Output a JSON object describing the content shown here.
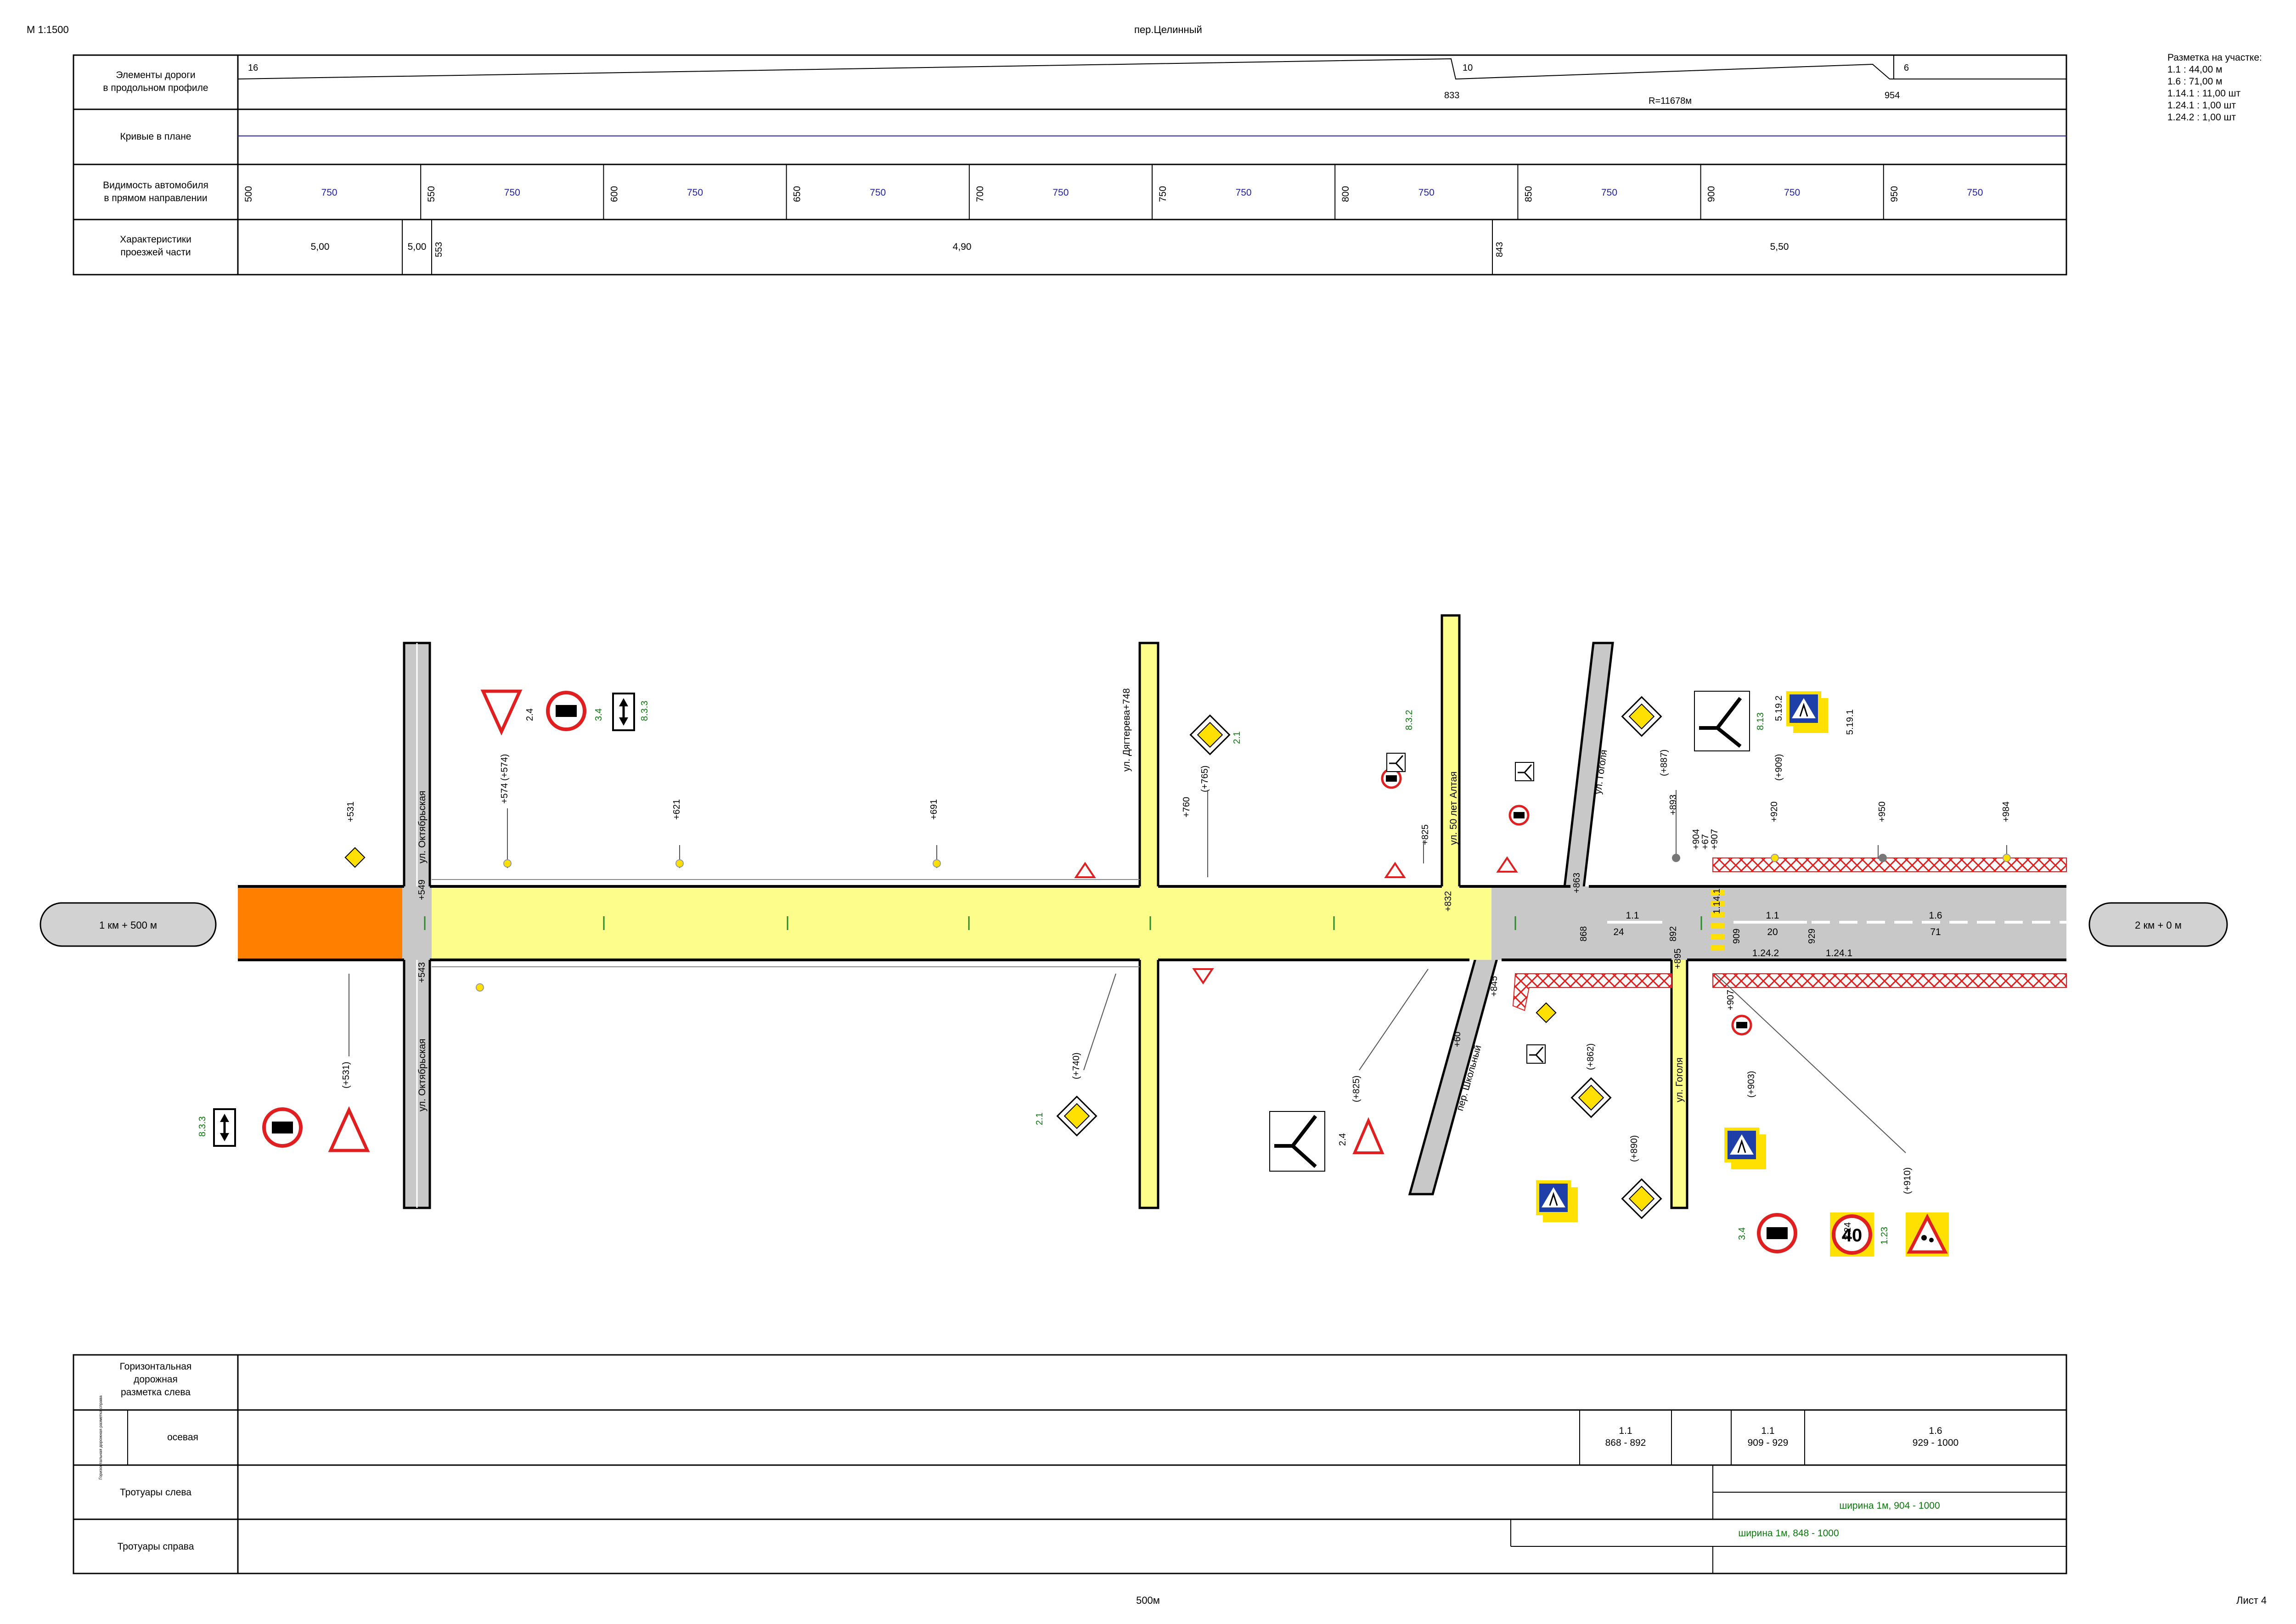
{
  "header": {
    "scale": "М 1:1500",
    "street_title": "пер.Целинный",
    "legend": [
      "Разметка на участке:",
      "1.1 : 44,00 м",
      "1.6 : 71,00 м",
      "1.14.1 : 11,00 шт",
      "1.24.1 : 1,00 шт",
      "1.24.2 : 1,00 шт"
    ]
  },
  "profile_table": {
    "row_labels": {
      "elements": [
        "Элементы дороги",
        "в продольном профиле"
      ],
      "curves": "Кривые в плане",
      "visibility": [
        "Видимость автомобиля",
        "в прямом направлении"
      ],
      "carriageway": [
        "Характеристики",
        "проезжей части"
      ]
    },
    "elements": {
      "val16": "16",
      "val10": "10",
      "val6": "6",
      "pk833": "833",
      "pk954": "954",
      "radius": "R=11678м"
    },
    "visibility": [
      {
        "pk": "500",
        "val": "750"
      },
      {
        "pk": "550",
        "val": "750"
      },
      {
        "pk": "600",
        "val": "750"
      },
      {
        "pk": "650",
        "val": "750"
      },
      {
        "pk": "700",
        "val": "750"
      },
      {
        "pk": "750",
        "val": "750"
      },
      {
        "pk": "800",
        "val": "750"
      },
      {
        "pk": "850",
        "val": "750"
      },
      {
        "pk": "900",
        "val": "750"
      },
      {
        "pk": "950",
        "val": "750"
      }
    ],
    "carriageway": {
      "w1": "5,00",
      "w2": "5,00",
      "pk553": "553",
      "w3": "4,90",
      "pk843": "843",
      "w4": "5,50"
    }
  },
  "plan": {
    "start_km": "1 км + 500 м",
    "end_km": "2 км + 0 м",
    "streets": {
      "oktyabrskaya": "ул. Октябрьская",
      "dyagtereva": "ул. Дягтерева+748",
      "let_altaya": "ул. 50 лет Алтая",
      "gogolya": "ул. Гоголя",
      "shkolnyj": "пер. Школьный"
    },
    "pickets_top": [
      "+531",
      "(+574)",
      "+574",
      "+621",
      "+691",
      "+760",
      "(+765)",
      "+825",
      "+832",
      "+863",
      "(+887)",
      "+893",
      "+904",
      "+67",
      "+907",
      "+920",
      "(+909)",
      "+950",
      "+984"
    ],
    "pickets_bottom": [
      "+549",
      "+543",
      "(+531)",
      "(+740)",
      "(+825)",
      "+845",
      "+60",
      "(+862)",
      "(+890)",
      "+895",
      "+907",
      "(+903)",
      "(+910)"
    ],
    "sign_codes": [
      "2.4",
      "3.4",
      "8.3.3",
      "2.1",
      "8.13",
      "8.3.2",
      "5.19.2",
      "5.19.1",
      "3.24",
      "1.23",
      "2.1",
      "2.4",
      "3.4",
      "8.3.3"
    ],
    "speed_limit": "40",
    "markings": {
      "m1": "1.1",
      "m24": "24",
      "m2": "1.1",
      "m20": "20",
      "m3": "1.6",
      "m71": "71",
      "p868": "868",
      "p892": "892",
      "p909": "909",
      "p929": "929",
      "m1241": "1.24.1",
      "m1242": "1.24.2",
      "m1141": "1.14.1"
    }
  },
  "bottom_table": {
    "row_labels": {
      "horiz_left": [
        "Горизонтальная",
        "дорожная",
        "разметка слева"
      ],
      "vertical_label": "Горизонтальная дорожная разметка справа",
      "axial": "осевая",
      "sidewalk_left": "Тротуары слева",
      "sidewalk_right": "Тротуары справа"
    },
    "axial_segments": [
      {
        "code": "1.1",
        "range": "868 - 892"
      },
      {
        "code": "1.1",
        "range": "909 - 929"
      },
      {
        "code": "1.6",
        "range": "929 - 1000"
      }
    ],
    "sidewalk_left_text": "ширина 1м, 904 - 1000",
    "sidewalk_right_text": "ширина 1м, 848 - 1000"
  },
  "footer": {
    "length": "500м",
    "sheet": "Лист 4"
  },
  "colors": {
    "road": "#fdfd8c",
    "asphalt": "#c8c8c8",
    "orange": "#ff8000",
    "blue": "#1f1fa8",
    "red": "#e02020",
    "green": "#0a7a0a",
    "sign_yellow": "#ffe000"
  }
}
